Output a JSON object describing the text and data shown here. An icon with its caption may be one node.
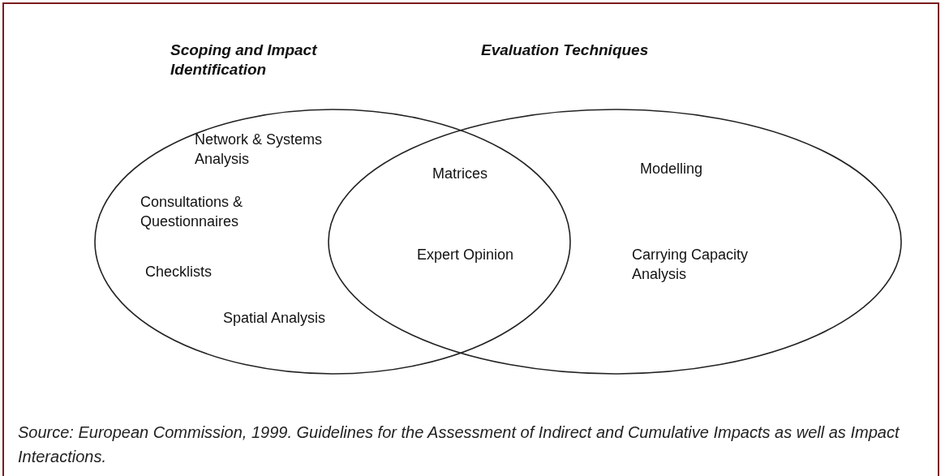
{
  "diagram": {
    "caption": "Source: European Commission, 1999. Guidelines for the Assessment of Indirect and Cumulative Impacts as well as Impact Interactions.",
    "nodes": [
      {
        "text": [
          "Scoping and Impact Identification"
        ]
      },
      {
        "text": [
          "Evaluation Techniques"
        ]
      }
    ],
    "edges": [],
    "labels": [
      "Network & Systems Analysis",
      "Matrices",
      "Modelling",
      "Consultations & Questionnaires",
      "Checklists",
      "Expert Opinion",
      "Carrying Capacity Analysis",
      "Spatial Analysis"
    ]
  }
}
